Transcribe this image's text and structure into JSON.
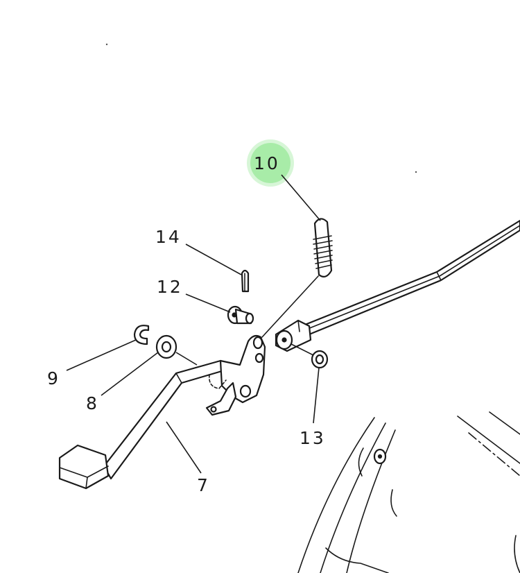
{
  "callouts": {
    "part_10": "10",
    "part_14": "14",
    "part_12": "12",
    "part_9": "9",
    "part_8": "8",
    "part_13": "13",
    "part_7": "7"
  },
  "highlight": {
    "part": "10",
    "color": "#8fe28f"
  }
}
